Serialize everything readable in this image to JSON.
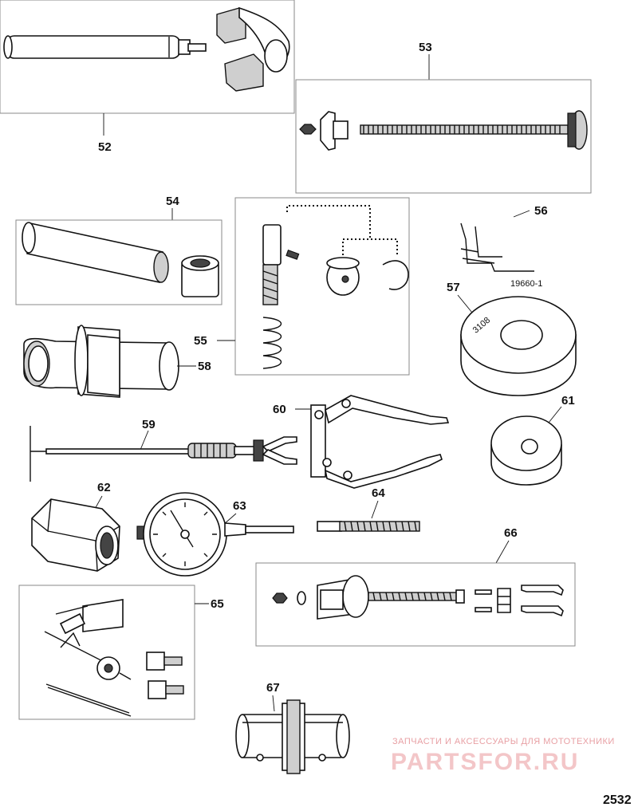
{
  "callouts": {
    "c52": "52",
    "c53": "53",
    "c54": "54",
    "c55": "55",
    "c56": "56",
    "c57": "57",
    "c58": "58",
    "c59": "59",
    "c60": "60",
    "c61": "61",
    "c62": "62",
    "c63": "63",
    "c64": "64",
    "c65": "65",
    "c66": "66",
    "c67": "67"
  },
  "labels": {
    "part_code": "19660-1",
    "tool_marking": "3108"
  },
  "watermark": {
    "tagline": "ЗАПЧАСТИ И АКСЕССУАРЫ ДЛЯ МОТОТЕХНИКИ",
    "brand": "PARTSFOR.RU"
  },
  "page_number": "2532",
  "colors": {
    "line": "#111111",
    "box_border": "#8a8a8a",
    "watermark": "#f3c6c8"
  }
}
